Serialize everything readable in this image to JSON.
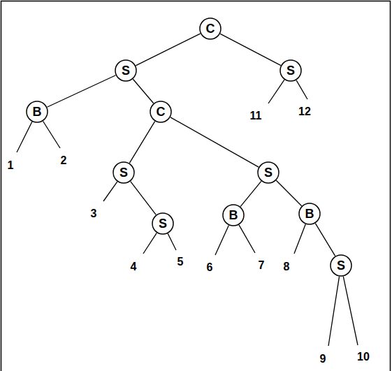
{
  "diagram": {
    "nodes": [
      {
        "text": [
          "C"
        ]
      },
      {
        "text": [
          "S"
        ]
      },
      {
        "text": [
          "S"
        ]
      },
      {
        "text": [
          "B"
        ]
      },
      {
        "text": [
          "C"
        ]
      },
      {
        "text": [
          "S"
        ]
      },
      {
        "text": [
          "S"
        ]
      },
      {
        "text": [
          "S"
        ]
      },
      {
        "text": [
          "B"
        ]
      },
      {
        "text": [
          "B"
        ]
      },
      {
        "text": [
          "S"
        ]
      }
    ],
    "edges": [
      {
        "from": 0,
        "to": 1,
        "arrow": "none"
      },
      {
        "from": 0,
        "to": 2,
        "arrow": "none"
      },
      {
        "from": 1,
        "to": 3,
        "arrow": "none"
      },
      {
        "from": 1,
        "to": 4,
        "arrow": "none"
      },
      {
        "from": 4,
        "to": 5,
        "arrow": "none"
      },
      {
        "from": 4,
        "to": 6,
        "arrow": "none"
      },
      {
        "from": 5,
        "to": 7,
        "arrow": "none"
      },
      {
        "from": 6,
        "to": 8,
        "arrow": "none"
      },
      {
        "from": 6,
        "to": 9,
        "arrow": "none"
      },
      {
        "from": 9,
        "to": 10,
        "arrow": "none"
      }
    ],
    "labels": [
      "11",
      "12",
      "1",
      "2",
      "3",
      "4",
      "5",
      "6",
      "7",
      "8",
      "9",
      "10"
    ]
  }
}
